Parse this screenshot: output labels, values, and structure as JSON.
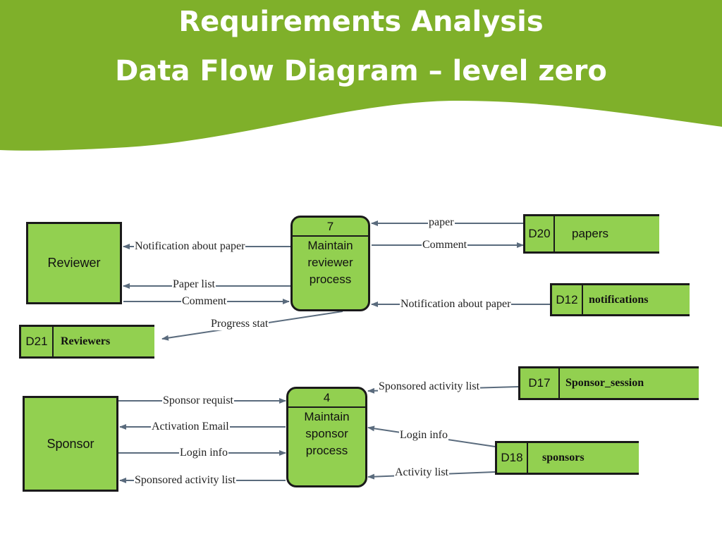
{
  "slide": {
    "title_line1": "Requirements Analysis",
    "title_line2": "Data Flow Diagram – level zero"
  },
  "colors": {
    "banner": "#7fb02a",
    "box_fill": "#92d050",
    "arrow": "#5a6b7d"
  },
  "entities": {
    "reviewer": "Reviewer",
    "sponsor": "Sponsor"
  },
  "processes": {
    "reviewer_process": {
      "id": "7",
      "name": "Maintain reviewer process"
    },
    "sponsor_process": {
      "id": "4",
      "name": "Maintain sponsor process"
    }
  },
  "stores": {
    "papers": {
      "id": "D20",
      "name": "papers"
    },
    "notifications": {
      "id": "D12",
      "name": "notifications"
    },
    "reviewers": {
      "id": "D21",
      "name": "Reviewers"
    },
    "sponsor_session": {
      "id": "D17",
      "name": "Sponsor_session"
    },
    "sponsors": {
      "id": "D18",
      "name": "sponsors"
    }
  },
  "flows": {
    "paper": "paper",
    "comment_to_papers": "Comment",
    "notification_from_store": "Notification about paper",
    "notification_to_reviewer": "Notification about paper",
    "paper_list": "Paper list",
    "comment_from_reviewer": "Comment",
    "progress_stat": "Progress stat",
    "sponsored_activity_from_session": "Sponsored activity list",
    "sponsor_requist": "Sponsor requist",
    "activation_email": "Activation Email",
    "login_info_from_sponsor": "Login info",
    "sponsored_activity_to_sponsor": "Sponsored activity list",
    "login_info_from_store": "Login info",
    "activity_list": "Activity list"
  }
}
